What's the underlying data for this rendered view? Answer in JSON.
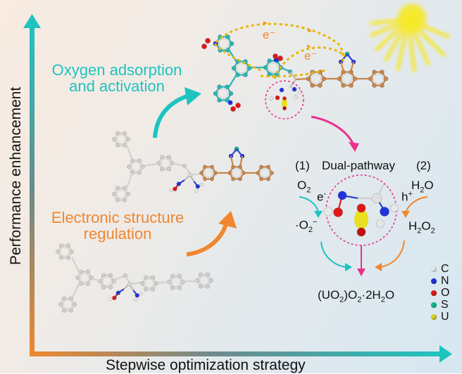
{
  "axes": {
    "y_label": "Performance enhancement",
    "x_label": "Stepwise optimization strategy"
  },
  "stages": {
    "stage2_label_line1": "Oxygen adsorption",
    "stage2_label_line2": "and activation",
    "stage1_label_line1": "Electronic structure",
    "stage1_label_line2": "regulation"
  },
  "electron_labels": [
    "e⁻",
    "e⁻"
  ],
  "mechanism": {
    "pathway1_label": "(1)",
    "title": "Dual-pathway",
    "pathway2_label": "(2)",
    "o2": "O",
    "o2_sub": "2",
    "electron": "e",
    "electron_sup": "-",
    "superoxide_prefix": "·O",
    "superoxide_sub": "2",
    "superoxide_sup": "−",
    "water": "H",
    "water_sub": "2",
    "water_tail": "O",
    "hole": "h",
    "hole_sup": "+",
    "peroxide_h": "H",
    "peroxide_sub1": "2",
    "peroxide_o": "O",
    "peroxide_sub2": "2",
    "product_a": "(UO",
    "product_sub1": "2",
    "product_b": ")O",
    "product_sub2": "2",
    "product_c": "·2H",
    "product_sub3": "2",
    "product_d": "O"
  },
  "legend": [
    {
      "symbol": "C",
      "color": "#e8e8e8"
    },
    {
      "symbol": "N",
      "color": "#2233dd"
    },
    {
      "symbol": "O",
      "color": "#e01818"
    },
    {
      "symbol": "S",
      "color": "#12b88a"
    },
    {
      "symbol": "U",
      "color": "#d8d020"
    }
  ],
  "colors": {
    "cyan": "#1fc3c0",
    "orange": "#f0872e",
    "magenta": "#e8338c",
    "electron_path": "#e6b800",
    "sun": "#f5e625",
    "carbon_grey": "#d4d0cc",
    "carbon_orange": "#c8864a",
    "carbon_teal": "#2bb5b5"
  }
}
